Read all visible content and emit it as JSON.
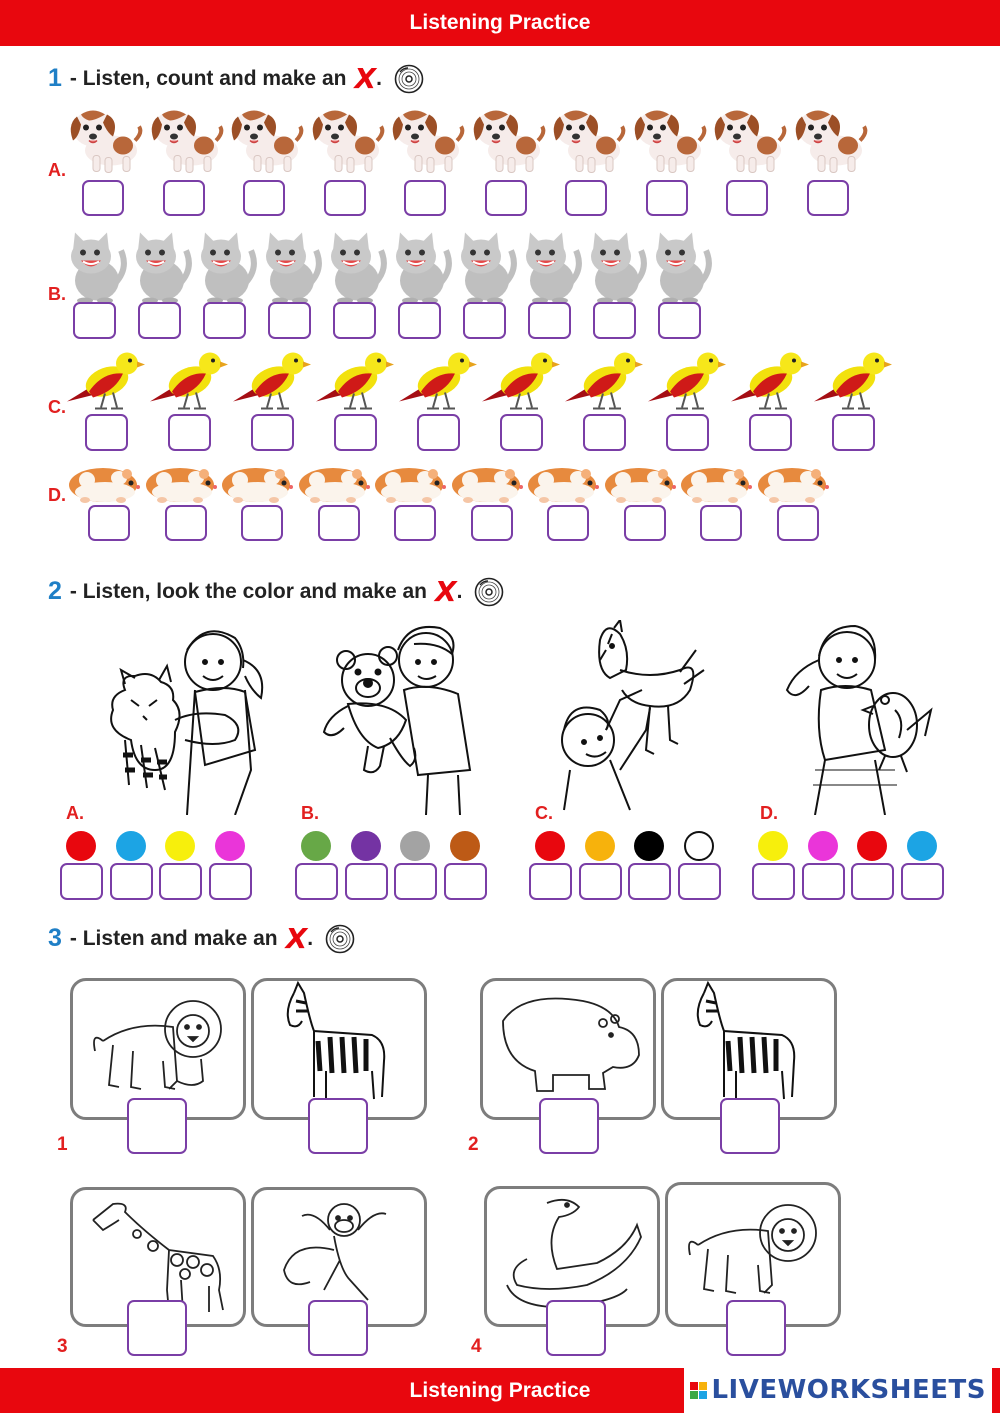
{
  "header": {
    "title": "Listening Practice"
  },
  "footer": {
    "title": "Listening Practice",
    "brand": "LIVEWORKSHEETS"
  },
  "section1": {
    "number": "1",
    "instruction": "- Listen, count and make an",
    "mark": "X",
    "period": ".",
    "rows": [
      {
        "label": "A.",
        "animal": "puppy"
      },
      {
        "label": "B.",
        "animal": "cat"
      },
      {
        "label": "C.",
        "animal": "canary"
      },
      {
        "label": "D.",
        "animal": "hamster"
      }
    ]
  },
  "section2": {
    "number": "2",
    "instruction": "- Listen, look the color and make an",
    "mark": "X",
    "period": ".",
    "items": [
      {
        "label": "A.",
        "toy": "tiger",
        "colors": [
          "#e8070e",
          "#1ca4e4",
          "#f7ef0c",
          "#ea35d9"
        ]
      },
      {
        "label": "B.",
        "toy": "teddy bear",
        "colors": [
          "#67a847",
          "#7433a3",
          "#a3a3a3",
          "#bd5a16"
        ]
      },
      {
        "label": "C.",
        "toy": "horse",
        "colors": [
          "#e8070e",
          "#f7b20c",
          "#000000",
          "#ffffff"
        ]
      },
      {
        "label": "D.",
        "toy": "bird",
        "colors": [
          "#f7ef0c",
          "#ea35d9",
          "#e8070e",
          "#1ca4e4"
        ]
      }
    ]
  },
  "section3": {
    "number": "3",
    "instruction": "- Listen and make an",
    "mark": "X",
    "period": ".",
    "groups": [
      {
        "label": "1",
        "animals": [
          "lion",
          "zebra"
        ]
      },
      {
        "label": "2",
        "animals": [
          "hippo",
          "zebra"
        ]
      },
      {
        "label": "3",
        "animals": [
          "giraffe",
          "monkey"
        ]
      },
      {
        "label": "4",
        "animals": [
          "snake",
          "lion"
        ]
      }
    ]
  },
  "icons": {
    "audio": "cd-disc-icon"
  }
}
